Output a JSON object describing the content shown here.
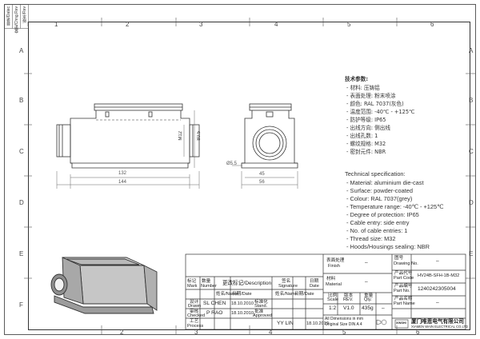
{
  "grid": {
    "cols": [
      "1",
      "2",
      "3",
      "4",
      "5",
      "6"
    ],
    "rows": [
      "A",
      "B",
      "C",
      "D",
      "E",
      "F"
    ]
  },
  "corner_labels": [
    "目录/Datec",
    "变更/Chng.Rev",
    "版本/Rev"
  ],
  "dimensions": {
    "width_132": "132",
    "width_144": "144",
    "height_m12": "M12",
    "height_80": "80.5",
    "side_45": "45",
    "side_56": "56",
    "hole_dia": "Ø5.5"
  },
  "spec_cn": {
    "title": "技术参数:",
    "lines": [
      "- 材料: 压铸铝",
      "- 表面处理: 粉末喷涂",
      "- 颜色: RAL 7037(灰色)",
      "- 温度范围: -40℃ - +125℃",
      "- 防护等级: IP65",
      "- 出线方向: 侧出线",
      "- 出线孔数: 1",
      "- 螺纹规格: M32",
      "- 密封元件: NBR"
    ]
  },
  "spec_en": {
    "title": "Technical specification:",
    "lines": [
      "- Material: aluminium die-cast",
      "- Surface: powder-coated",
      "- Colour: RAL 7037(grey)",
      "- Temperature range: -40℃ - +125℃",
      "- Degree of protection: IP65",
      "- Cable entry: side entry",
      "- No. of cable entries: 1",
      "- Thread size: M32",
      "- Hoods/Housings sealing: NBR"
    ]
  },
  "title_block": {
    "rev_header": {
      "mark": "标记",
      "mark_en": "Mark",
      "number": "数量",
      "number_en": "Number",
      "change_doc": "更改标记/Description",
      "signature": "签名",
      "signature_en": "Signature",
      "date": "日期",
      "date_en": "Date"
    },
    "rows": [
      {
        "label": "设计",
        "label_en": "Drawn",
        "name": "SL CHEN",
        "date": "18.10.2010",
        "role": "标准化",
        "role_en": "Stand."
      },
      {
        "label": "审核",
        "label_en": "Checked",
        "name": "P RAO",
        "date": "18.10.2010",
        "role": "批准",
        "role_en": "Approved"
      },
      {
        "label": "工艺",
        "label_en": "Process",
        "name": "",
        "date": "",
        "role_name": "YY LIN",
        "role_date": "18.10.2010"
      }
    ],
    "header_cols": {
      "name": "姓名/Name",
      "date": "日期/Date",
      "name2": "姓名/Name",
      "date2": "日期/Date"
    },
    "surface": "表面处理",
    "surface_en": "Finish",
    "surface_val": "–",
    "material": "材料",
    "material_en": "Material",
    "material_val": "–",
    "scale": "比例",
    "scale_en": "Scale",
    "scale_val": "1:2",
    "rev": "版本",
    "rev_en": "REV.",
    "rev_val": "V1.0",
    "weight": "重量",
    "weight_en": "Qty.",
    "weight_val": "435g",
    "weight_dash": "–",
    "units_note_1": "All Dimensions in mm",
    "units_note_2": "Original Size DIN A 4",
    "drawing_no": "图号",
    "drawing_no_en": "Drawing No.",
    "drawing_no_val": "–",
    "part_code": "产品代号",
    "part_code_en": "Part Code",
    "part_code_val": "HV24B-SFH-1B-M32",
    "part_no": "产品编号",
    "part_no_en": "Part No.",
    "part_no_val": "1240242305004",
    "part_name": "产品名称",
    "part_name_en": "Part Name",
    "part_name_val": "–",
    "logo_text": "XINSHI",
    "company_cn": "厦门唯恩电气有限公司",
    "company_en": "XIAMEN WAIN ELECTRICAL CO.LTD"
  }
}
